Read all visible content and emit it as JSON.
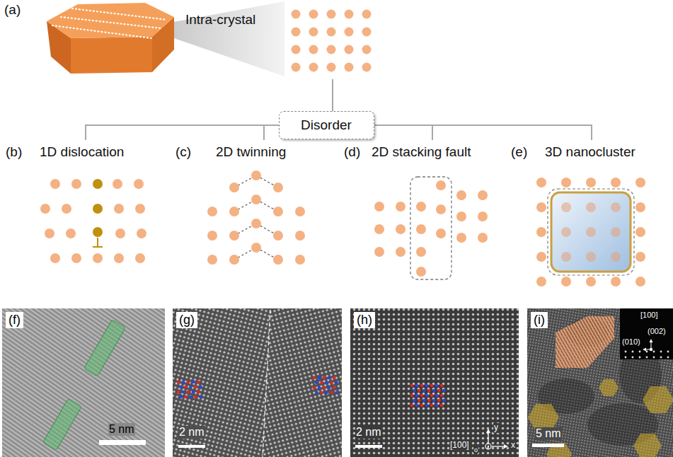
{
  "diagram": {
    "nodes": [
      {
        "text": [
          "(a)",
          "Intra-crystal"
        ]
      },
      {
        "text": [
          "Disorder"
        ]
      },
      {
        "text": [
          "(b)",
          "1D dislocation"
        ]
      },
      {
        "text": [
          "(c)",
          "2D twinning"
        ]
      },
      {
        "text": [
          "(d)",
          "2D stacking fault"
        ]
      },
      {
        "text": [
          "(e)",
          "3D nanocluster"
        ]
      }
    ],
    "edges": [
      {
        "from": 0,
        "to": 1,
        "arrow": "none"
      },
      {
        "from": 1,
        "to": 2,
        "arrow": "none"
      },
      {
        "from": 1,
        "to": 3,
        "arrow": "none"
      },
      {
        "from": 1,
        "to": 4,
        "arrow": "none"
      },
      {
        "from": 1,
        "to": 5,
        "arrow": "none"
      }
    ],
    "labels": [
      "(f)",
      "5 nm",
      "(g)",
      "2 nm",
      "(h)",
      "2 nm",
      "[100]",
      "o",
      "y",
      "x",
      "(i)",
      "5 nm",
      "[100]",
      "(010)",
      "(002)"
    ]
  }
}
